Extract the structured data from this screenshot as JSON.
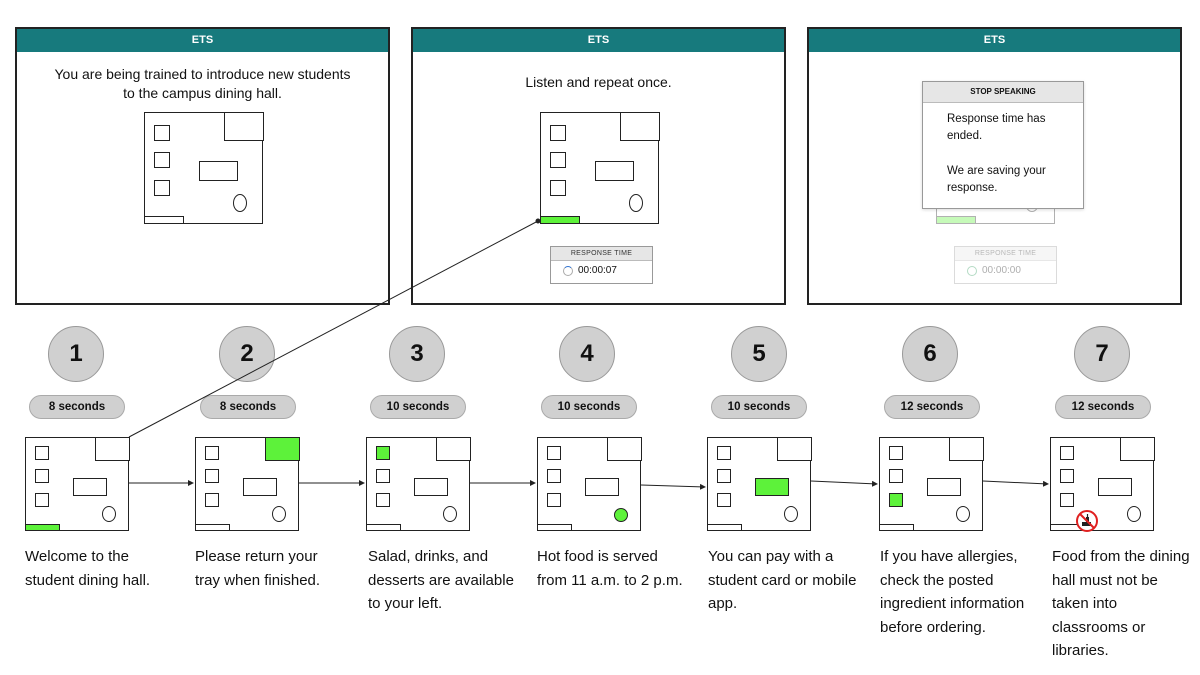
{
  "panels": [
    {
      "header": "ETS",
      "line1": "You are being trained to introduce new students",
      "line2": "to the campus dining hall."
    },
    {
      "header": "ETS",
      "text": "Listen and repeat once.",
      "response_label": "RESPONSE TIME",
      "response_time": "00:00:07"
    },
    {
      "header": "ETS",
      "dialog_title": "STOP SPEAKING",
      "dialog_line1": "Response time has ended.",
      "dialog_line2": "We are saving your response.",
      "response_label": "RESPONSE TIME",
      "response_time": "00:00:00"
    }
  ],
  "steps": [
    {
      "number": "1",
      "duration": "8 seconds",
      "caption": "Welcome to the student dining hall.",
      "highlight": "tray-area"
    },
    {
      "number": "2",
      "duration": "8 seconds",
      "caption": "Please return your tray when finished.",
      "highlight": "top-right-counter"
    },
    {
      "number": "3",
      "duration": "10 seconds",
      "caption": "Salad, drinks, and desserts are available to your left.",
      "highlight": "left-station-top"
    },
    {
      "number": "4",
      "duration": "10 seconds",
      "caption": "Hot food is served from 11 a.m. to 2 p.m.",
      "highlight": "round-station"
    },
    {
      "number": "5",
      "duration": "10 seconds",
      "caption": "You can pay with a student card or mobile app.",
      "highlight": "center-table"
    },
    {
      "number": "6",
      "duration": "12 seconds",
      "caption": "If you have allergies, check the posted ingredient information before ordering.",
      "highlight": "left-station-bottom"
    },
    {
      "number": "7",
      "duration": "12 seconds",
      "caption": "Food from the dining hall must not be taken into classrooms or libraries.",
      "highlight": "no-food-sign"
    }
  ],
  "colors": {
    "header": "#177a7d",
    "highlight": "#5df23a",
    "badge": "#d0d0d0",
    "no_sign": "#e02020"
  }
}
